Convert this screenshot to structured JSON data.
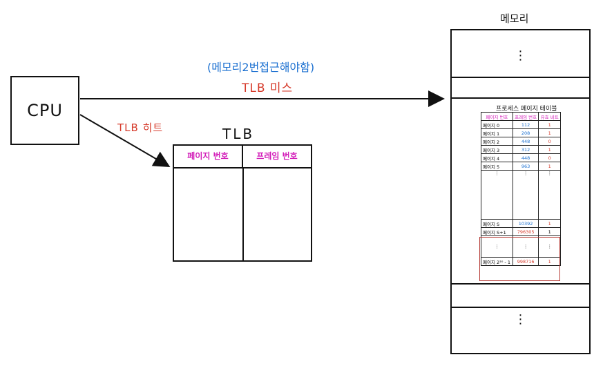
{
  "cpu": {
    "label": "CPU"
  },
  "arrows": {
    "memory_note": "(메모리2번접근해야함)",
    "tlb_miss": "TLB 미스",
    "tlb_hit": "TLB 히트"
  },
  "tlb": {
    "title": "TLB",
    "headers": [
      "페이지 번호",
      "프레임 번호"
    ]
  },
  "memory": {
    "title": "메모리",
    "page_table": {
      "title": "프로세스 페이지 테이블",
      "headers": [
        "페이지 번호",
        "프레임 번호",
        "유효 비트"
      ],
      "rows": [
        [
          "페이지 0",
          "112",
          "1"
        ],
        [
          "페이지 1",
          "208",
          "1"
        ],
        [
          "페이지 2",
          "448",
          "0"
        ],
        [
          "페이지 3",
          "312",
          "1"
        ],
        [
          "페이지 4",
          "448",
          "0"
        ],
        [
          "페이지 5",
          "963",
          "1"
        ],
        [
          "페이지 S",
          "10392",
          "1"
        ],
        [
          "페이지 S+1",
          "796305",
          "1"
        ],
        [
          "페이지 2²⁰ - 1",
          "998716",
          "1"
        ]
      ],
      "ellipsis": "⋮"
    }
  },
  "colors": {
    "stroke": "#111111",
    "blue_note": "#1a6fd0",
    "red_label": "#d63a2a",
    "magenta_header": "#d21bb8",
    "highlight_box": "#b73a35"
  }
}
